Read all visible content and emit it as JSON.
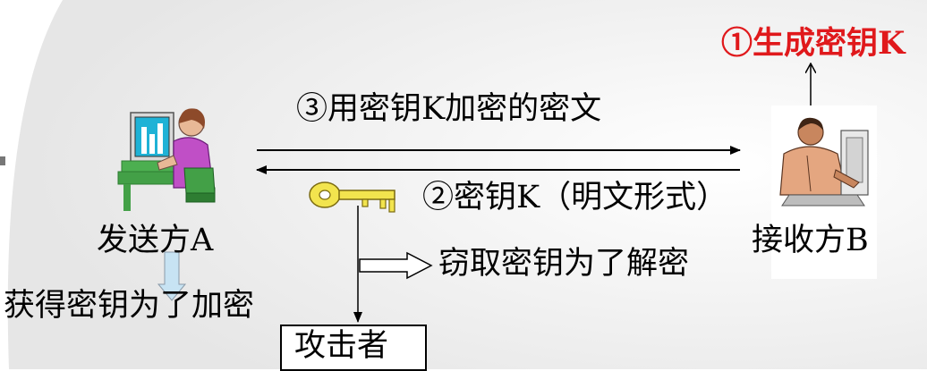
{
  "colors": {
    "background": "#ffffff",
    "page_shade": "#e6e6e6",
    "step1_text": "#e0191c",
    "arrow": "#000000",
    "down_arrow_fill": "#c7e3f3",
    "key": "#f2e44e"
  },
  "labels": {
    "step1": "①生成密钥K",
    "step3": "③用密钥K加密的密文",
    "step2": "②密钥K（明文形式）",
    "sender": "发送方A",
    "receiver": "接收方B",
    "steal": "窃取密钥为了解密",
    "obtain": "获得密钥为了加密",
    "attacker": "攻击者"
  },
  "icons": {
    "sender": "woman-at-computer-icon",
    "receiver": "man-at-computer-icon",
    "key": "key-icon"
  }
}
